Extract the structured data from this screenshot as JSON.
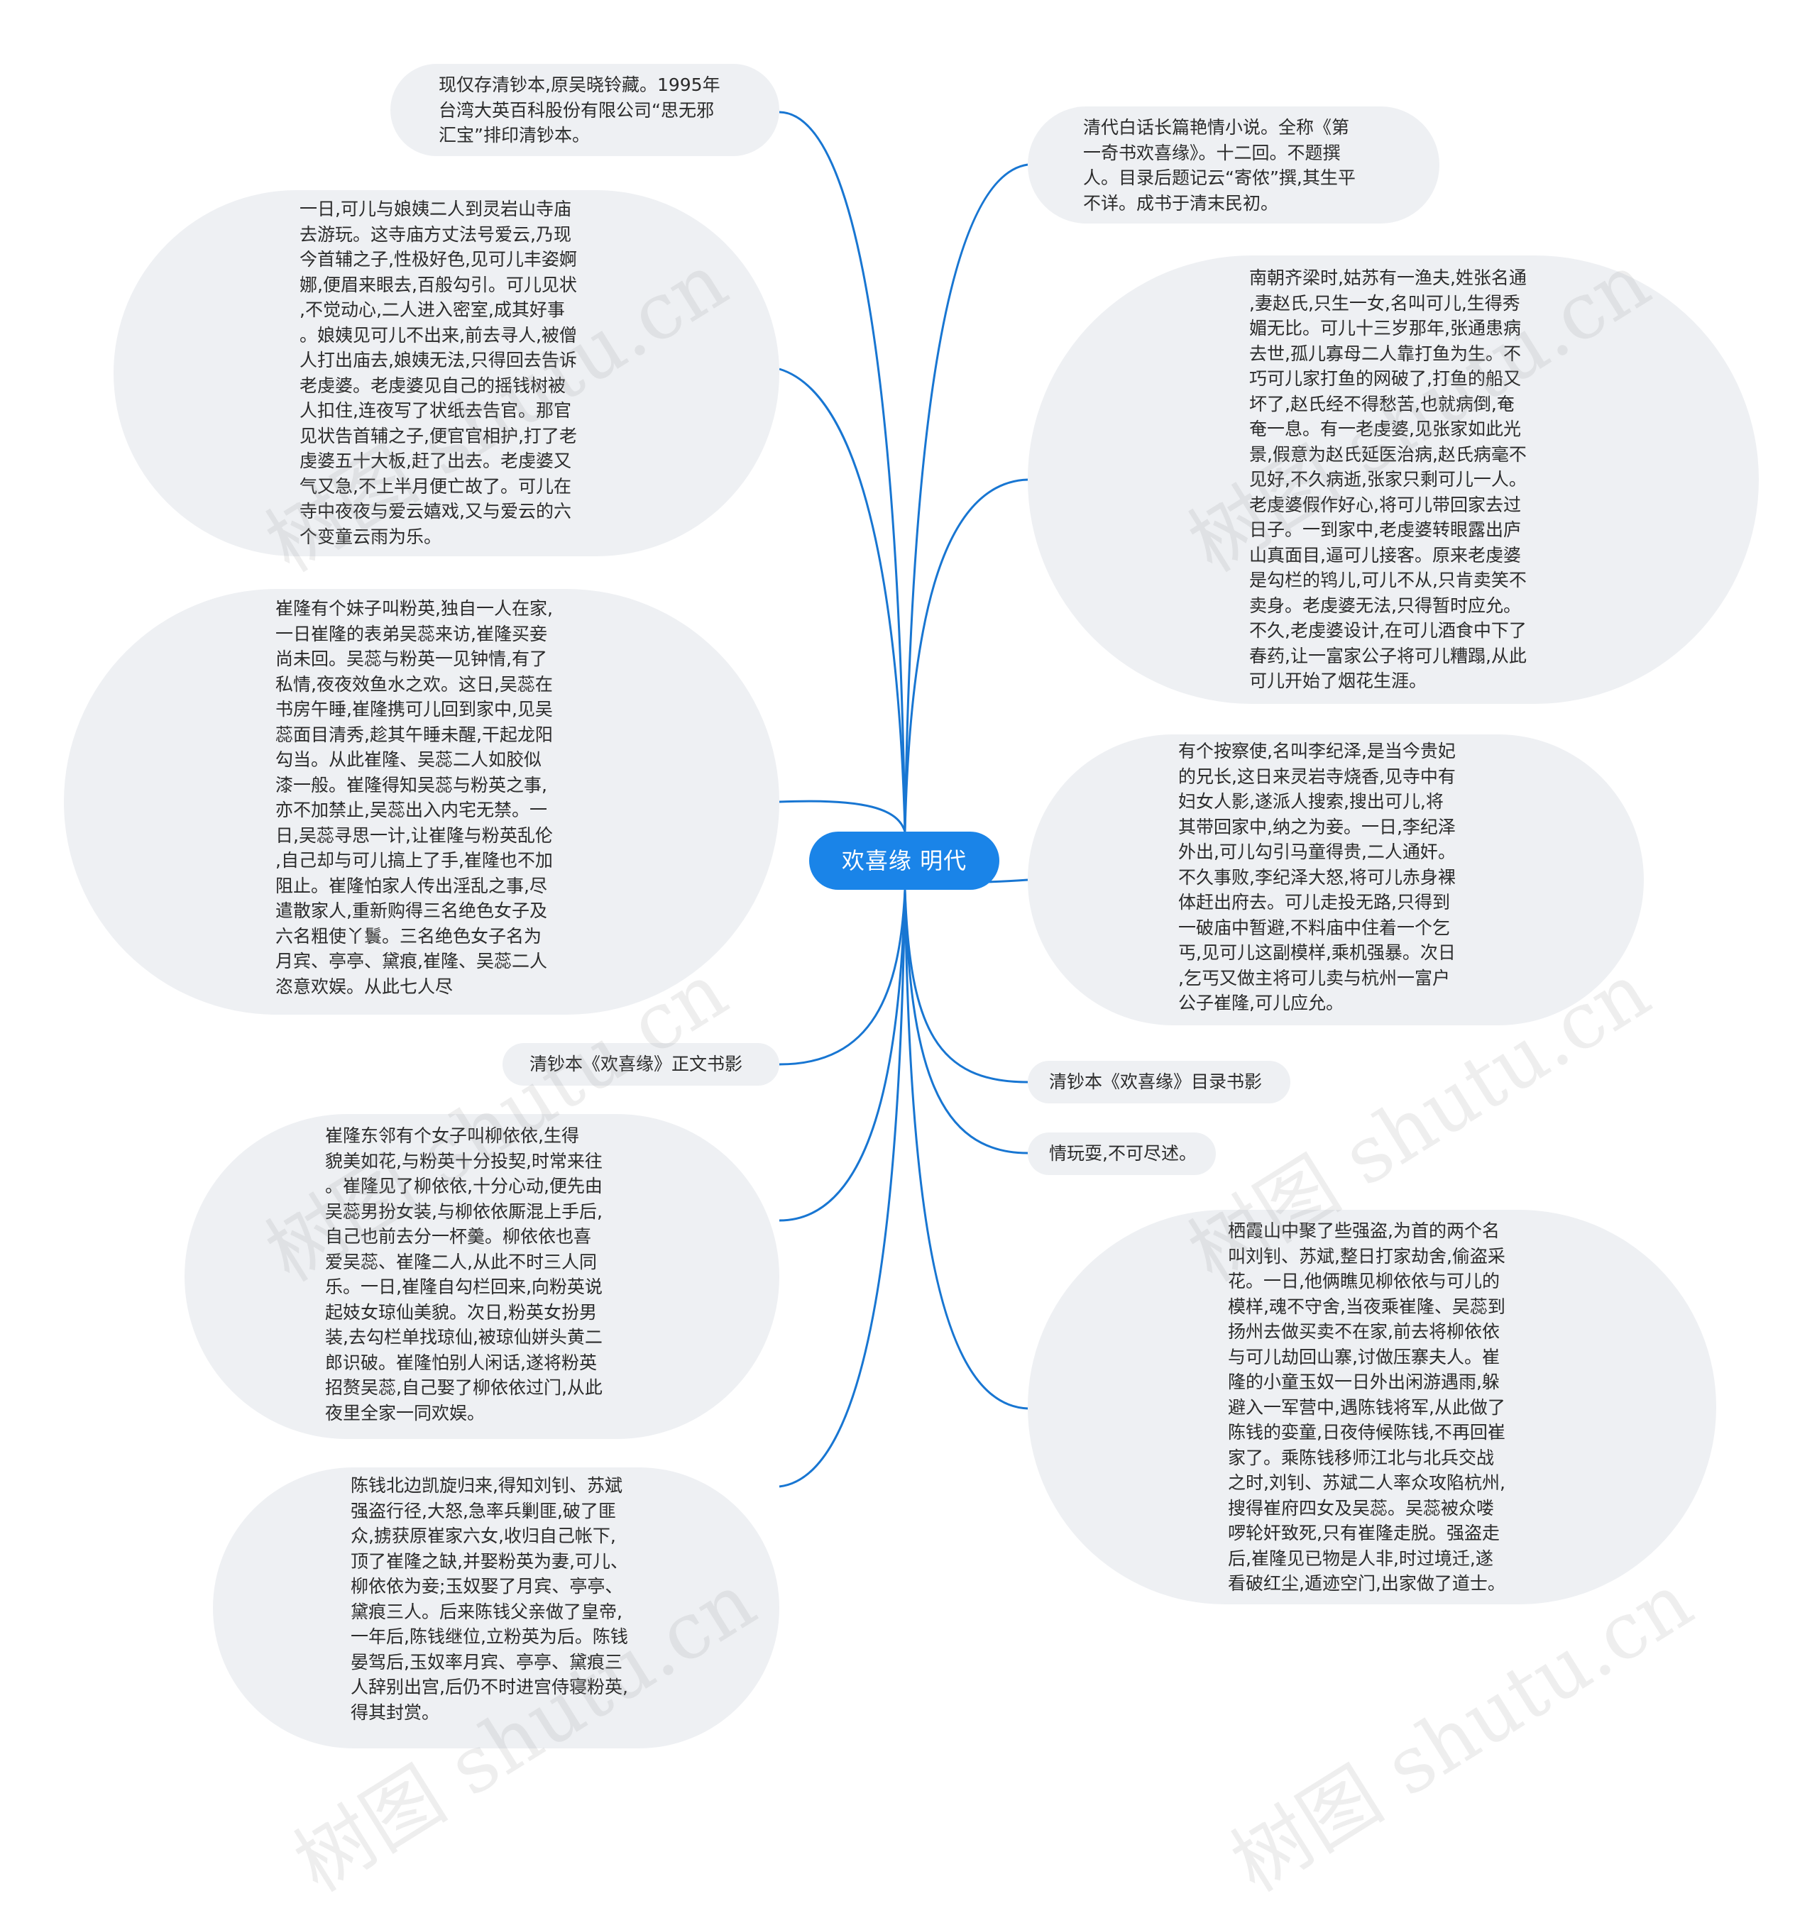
{
  "root": {
    "title": "欢喜缘 明代"
  },
  "watermark": "树图 shutu.cn",
  "colors": {
    "link": "#1876d2",
    "root_bg": "#1a84e8",
    "node_bg": "#eef0f3"
  },
  "left": {
    "n1": "现仅存清钞本,原吴晓铃藏。1995年\n台湾大英百科股份有限公司“思无邪\n汇宝”排印清钞本。",
    "n2": "一日,可儿与娘姨二人到灵岩山寺庙\n去游玩。这寺庙方丈法号爱云,乃现\n今首辅之子,性极好色,见可儿丰姿婀\n娜,便眉来眼去,百般勾引。可儿见状\n,不觉动心,二人进入密室,成其好事\n。娘姨见可儿不出来,前去寻人,被僧\n人打出庙去,娘姨无法,只得回去告诉\n老虔婆。老虔婆见自己的摇钱树被\n人扣住,连夜写了状纸去告官。那官\n见状告首辅之子,便官官相护,打了老\n虔婆五十大板,赶了出去。老虔婆又\n气又急,不上半月便亡故了。可儿在\n寺中夜夜与爱云嬉戏,又与爱云的六\n个变童云雨为乐。",
    "n3": "崔隆有个妹子叫粉英,独自一人在家,\n一日崔隆的表弟吴蕊来访,崔隆买妾\n尚未回。吴蕊与粉英一见钟情,有了\n私情,夜夜效鱼水之欢。这日,吴蕊在\n书房午睡,崔隆携可儿回到家中,见吴\n蕊面目清秀,趁其午睡未醒,干起龙阳\n勾当。从此崔隆、吴蕊二人如胶似\n漆一般。崔隆得知吴蕊与粉英之事,\n亦不加禁止,吴蕊出入内宅无禁。一\n日,吴蕊寻思一计,让崔隆与粉英乱伦\n,自己却与可儿搞上了手,崔隆也不加\n阻止。崔隆怕家人传出淫乱之事,尽\n遣散家人,重新购得三名绝色女子及\n六名粗使丫鬟。三名绝色女子名为\n月宾、亭亭、黛痕,崔隆、吴蕊二人\n恣意欢娱。从此七人尽",
    "n4": "清钞本《欢喜缘》正文书影",
    "n5": "崔隆东邻有个女子叫柳依依,生得\n貌美如花,与粉英十分投契,时常来往\n。崔隆见了柳依依,十分心动,便先由\n吴蕊男扮女装,与柳依依厮混上手后,\n自己也前去分一杯羹。柳依依也喜\n爱吴蕊、崔隆二人,从此不时三人同\n乐。一日,崔隆自勾栏回来,向粉英说\n起妓女琼仙美貌。次日,粉英女扮男\n装,去勾栏单找琼仙,被琼仙姘头黄二\n郎识破。崔隆怕别人闲话,遂将粉英\n招赘吴蕊,自己娶了柳依依过门,从此\n夜里全家一同欢娱。",
    "n6": "陈钱北边凯旋归来,得知刘钊、苏斌\n强盗行径,大怒,急率兵剿匪,破了匪\n众,掳获原崔家六女,收归自己帐下,\n顶了崔隆之缺,并娶粉英为妻,可儿、\n柳依依为妾;玉奴娶了月宾、亭亭、\n黛痕三人。后来陈钱父亲做了皇帝,\n一年后,陈钱继位,立粉英为后。陈钱\n晏驾后,玉奴率月宾、亭亭、黛痕三\n人辞别出宫,后仍不时进宫侍寝粉英,\n得其封赏。"
  },
  "right": {
    "n1": "清代白话长篇艳情小说。全称《第\n一奇书欢喜缘》。十二回。不题撰\n人。目录后题记云“寄侬”撰,其生平\n不详。成书于清末民初。",
    "n2": "南朝齐梁时,姑苏有一渔夫,姓张名通\n,妻赵氏,只生一女,名叫可儿,生得秀\n媚无比。可儿十三岁那年,张通患病\n去世,孤儿寡母二人靠打鱼为生。不\n巧可儿家打鱼的网破了,打鱼的船又\n坏了,赵氏经不得愁苦,也就病倒,奄\n奄一息。有一老虔婆,见张家如此光\n景,假意为赵氏延医治病,赵氏病毫不\n见好,不久病逝,张家只剩可儿一人。\n老虔婆假作好心,将可儿带回家去过\n日子。一到家中,老虔婆转眼露出庐\n山真面目,逼可儿接客。原来老虔婆\n是勾栏的鸨儿,可儿不从,只肯卖笑不\n卖身。老虔婆无法,只得暂时应允。\n不久,老虔婆设计,在可儿酒食中下了\n春药,让一富家公子将可儿糟蹋,从此\n可儿开始了烟花生涯。",
    "n3": "有个按察使,名叫李纪泽,是当今贵妃\n的兄长,这日来灵岩寺烧香,见寺中有\n妇女人影,遂派人搜索,搜出可儿,将\n其带回家中,纳之为妾。一日,李纪泽\n外出,可儿勾引马童得贵,二人通奸。\n不久事败,李纪泽大怒,将可儿赤身裸\n体赶出府去。可儿走投无路,只得到\n一破庙中暂避,不料庙中住着一个乞\n丐,见可儿这副模样,乘机强暴。次日\n,乞丐又做主将可儿卖与杭州一富户\n公子崔隆,可儿应允。",
    "n4": "清钞本《欢喜缘》目录书影",
    "n5": "情玩耍,不可尽述。",
    "n6": "栖霞山中聚了些强盗,为首的两个名\n叫刘钊、苏斌,整日打家劫舍,偷盗采\n花。一日,他俩瞧见柳依依与可儿的\n模样,魂不守舍,当夜乘崔隆、吴蕊到\n扬州去做买卖不在家,前去将柳依依\n与可儿劫回山寨,讨做压寨夫人。崔\n隆的小童玉奴一日外出闲游遇雨,躲\n避入一军营中,遇陈钱将军,从此做了\n陈钱的娈童,日夜侍候陈钱,不再回崔\n家了。乘陈钱移师江北与北兵交战\n之时,刘钊、苏斌二人率众攻陷杭州,\n搜得崔府四女及吴蕊。吴蕊被众喽\n啰轮奸致死,只有崔隆走脱。强盗走\n后,崔隆见已物是人非,时过境迁,遂\n看破红尘,遁迹空门,出家做了道士。"
  }
}
